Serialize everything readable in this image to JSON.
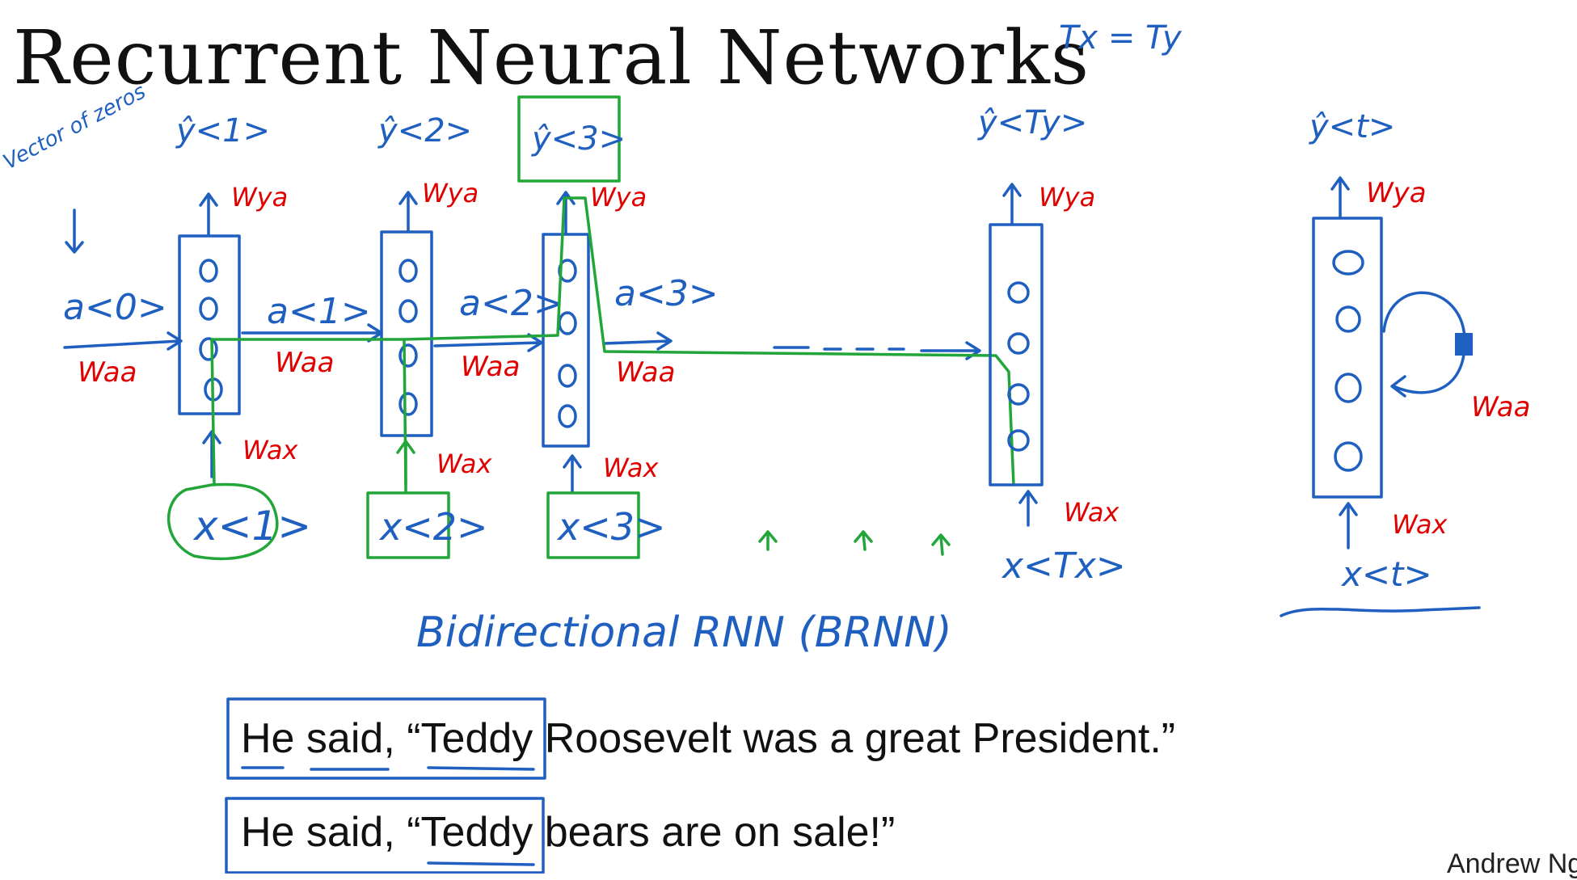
{
  "title": "Recurrent Neural Networks",
  "corner_note": "Tx = Ty",
  "left_note": "Vector of zeros",
  "a0": "a<0>",
  "cells": [
    {
      "y": "ŷ<1>",
      "x": "x<1>",
      "a_out": "a<1>"
    },
    {
      "y": "ŷ<2>",
      "x": "x<2>",
      "a_out": "a<2>"
    },
    {
      "y": "ŷ<3>",
      "x": "x<3>",
      "a_out": "a<3>"
    },
    {
      "y": "ŷ<Ty>",
      "x": "x<Tx>",
      "a_out": ""
    }
  ],
  "weights": {
    "ya": "Wya",
    "aa": "Waa",
    "ax": "Wax"
  },
  "folded": {
    "y": "ŷ<t>",
    "x": "x<t>"
  },
  "brnn_note": "Bidirectional RNN (BRNN)",
  "sentences": [
    "He said, “Teddy Roosevelt was a great President.”",
    "He said, “Teddy bears are on sale!”"
  ],
  "author": "Andrew Ng"
}
